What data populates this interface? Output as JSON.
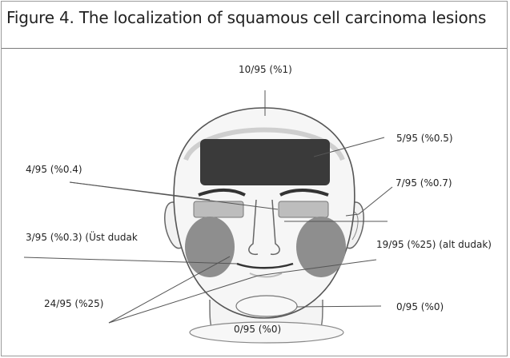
{
  "figure": {
    "title": "Figure 4. The localization of squamous cell carcinoma lesions"
  },
  "labels": {
    "scalp": "10/95 (%1)",
    "forehead": "5/95 (%0.5)",
    "eyelids": "4/95 (%0.4)",
    "ear": "7/95 (%0.7)",
    "upper_lip": "3/95 (%0.3) (Üst dudak",
    "lower_lip": "19/95 (%25) (alt dudak)",
    "cheeks": "24/95 (%25)",
    "chin": "0/95 (%0)",
    "neck": "0/95 (%0)"
  },
  "colors": {
    "forehead_region": "#3a3a3a",
    "eyelid_region": "#bdbdbd",
    "cheek_region": "#8e8e8e",
    "outline": "#555555"
  }
}
